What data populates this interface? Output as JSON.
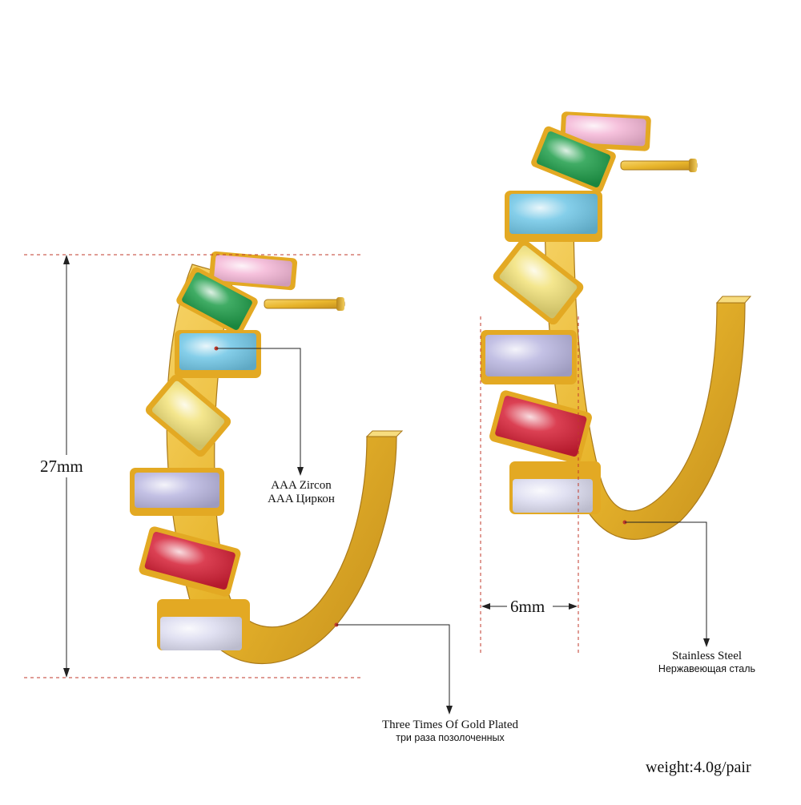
{
  "dimensions": {
    "height": "27mm",
    "width": "6mm"
  },
  "callouts": {
    "zircon": {
      "en": "AAA Zircon",
      "ru": "AAA Циркон"
    },
    "steel": {
      "en": "Stainless Steel",
      "ru": "Нержавеющая сталь"
    },
    "plating": {
      "en": "Three Times Of Gold Plated",
      "ru": "три раза позолоченных"
    }
  },
  "weight": "weight:4.0g/pair",
  "colors": {
    "gold": "#e8b52c",
    "gold_light": "#f6d36a",
    "gold_dark": "#b9871a",
    "guide_line": "#c0392b",
    "stones": [
      "#f4b6d6",
      "#1f9e4a",
      "#6fc6e6",
      "#f2e27a",
      "#b9b6e0",
      "#d51f35",
      "#dcdcf0"
    ]
  }
}
